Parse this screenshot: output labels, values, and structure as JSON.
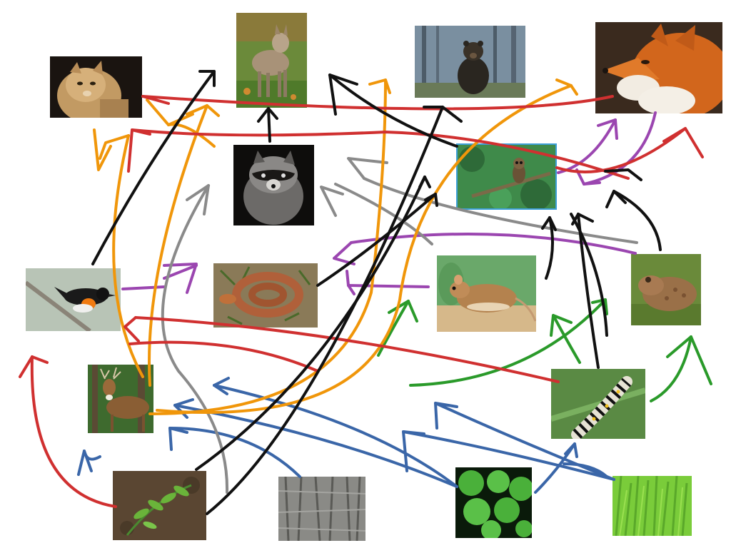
{
  "diagram": {
    "type": "food-web",
    "arrow_colors": {
      "red": "#d03030",
      "orange": "#f0960a",
      "black": "#111111",
      "gray": "#8a8a8a",
      "purple": "#9b46b0",
      "green": "#2a9a2a",
      "blue": "#3a66a8"
    },
    "organisms": [
      {
        "id": "cougar",
        "icon": "cougar-photo"
      },
      {
        "id": "coyote",
        "icon": "coyote-photo"
      },
      {
        "id": "bear",
        "icon": "black-bear-photo"
      },
      {
        "id": "fox",
        "icon": "red-fox-photo"
      },
      {
        "id": "raccoon",
        "icon": "raccoon-photo"
      },
      {
        "id": "owl",
        "icon": "owl-photo"
      },
      {
        "id": "bird",
        "icon": "redstart-bird-photo"
      },
      {
        "id": "snake",
        "icon": "copperhead-snake-photo"
      },
      {
        "id": "mouse",
        "icon": "mouse-photo"
      },
      {
        "id": "toad",
        "icon": "toad-photo"
      },
      {
        "id": "deer",
        "icon": "white-tailed-deer-photo"
      },
      {
        "id": "caterpillar",
        "icon": "caterpillar-photo"
      },
      {
        "id": "plant",
        "icon": "forest-plant-photo"
      },
      {
        "id": "bark",
        "icon": "tree-bark-photo"
      },
      {
        "id": "clover",
        "icon": "clover-leaves-photo"
      },
      {
        "id": "grass",
        "icon": "grass-photo"
      }
    ]
  }
}
